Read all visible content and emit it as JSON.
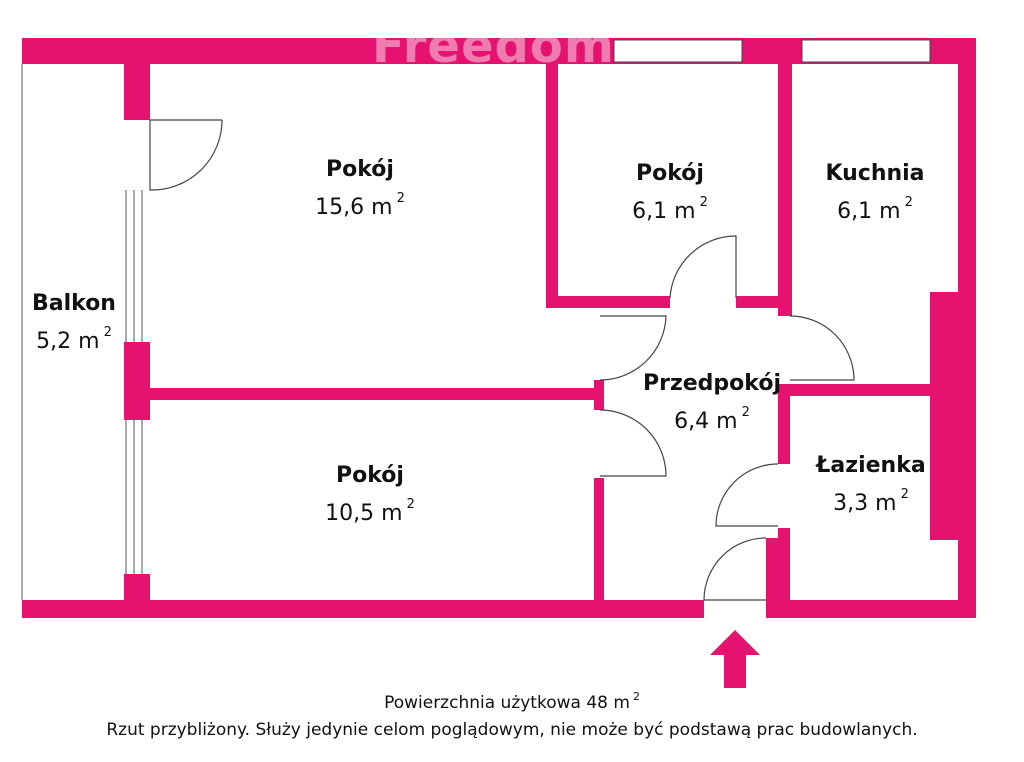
{
  "brand": {
    "logo_text": "Freedom",
    "accent_color": "#e5126f"
  },
  "rooms": [
    {
      "id": "pokoj-large",
      "name": "Pokój",
      "area_value": "15,6 m",
      "area_sup": "2"
    },
    {
      "id": "pokoj-small",
      "name": "Pokój",
      "area_value": "6,1 m",
      "area_sup": "2"
    },
    {
      "id": "kuchnia",
      "name": "Kuchnia",
      "area_value": "6,1 m",
      "area_sup": "2"
    },
    {
      "id": "balkon",
      "name": "Balkon",
      "area_value": "5,2 m",
      "area_sup": "2"
    },
    {
      "id": "przedpokoj",
      "name": "Przedpokój",
      "area_value": "6,4 m",
      "area_sup": "2"
    },
    {
      "id": "pokoj-bottom",
      "name": "Pokój",
      "area_value": "10,5 m",
      "area_sup": "2"
    },
    {
      "id": "lazienka",
      "name": "Łazienka",
      "area_value": "3,3 m",
      "area_sup": "2"
    }
  ],
  "footer": {
    "total_area_text": "Powierzchnia użytkowa 48 m",
    "total_area_sup": "2",
    "disclaimer": "Rzut przybliżony. Służy jedynie celom poglądowym, nie może być podstawą prac budowlanych."
  }
}
